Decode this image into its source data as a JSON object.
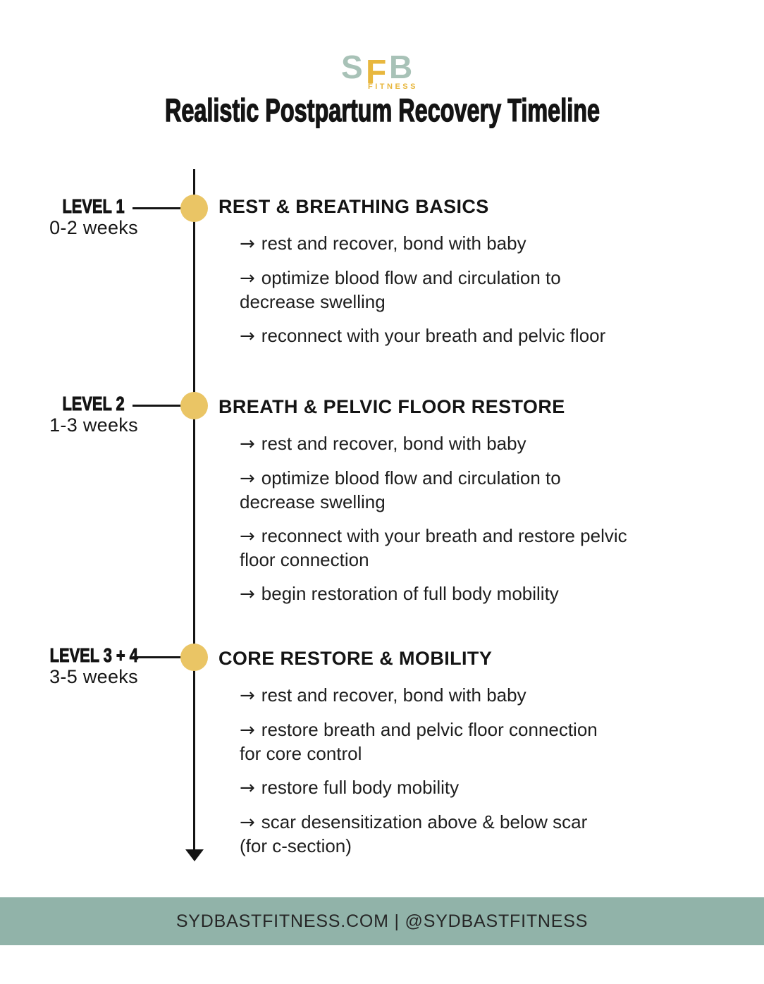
{
  "logo": {
    "letter_s": "S",
    "letter_f": "F",
    "letter_b": "B",
    "word": "FITNESS"
  },
  "title": "Realistic Postpartum Recovery Timeline",
  "timeline": {
    "bullet_prefix": "→",
    "levels": [
      {
        "label": "LEVEL 1",
        "weeks": "0-2 weeks",
        "heading": "REST & BREATHING BASICS",
        "bullets": [
          "rest and recover, bond with baby",
          "optimize blood flow and circulation to\ndecrease swelling",
          "reconnect with your breath and pelvic floor"
        ]
      },
      {
        "label": "LEVEL 2",
        "weeks": "1-3 weeks",
        "heading": "BREATH & PELVIC FLOOR RESTORE",
        "bullets": [
          "rest and recover, bond with baby",
          "optimize blood flow and circulation to\ndecrease swelling",
          "reconnect with your breath and restore pelvic\nfloor connection",
          "begin restoration of full body mobility"
        ]
      },
      {
        "label": "LEVEL 3 + 4",
        "weeks": "3-5 weeks",
        "heading": "CORE RESTORE & MOBILITY",
        "bullets": [
          "rest and recover, bond with baby",
          "restore breath and pelvic floor connection\nfor core control",
          "restore full body mobility",
          "scar desensitization above & below scar\n(for c-section)"
        ]
      }
    ]
  },
  "footer": {
    "text": "SYDBASTFITNESS.COM | @SYDBASTFITNESS"
  },
  "colors": {
    "accent_gold": "#EAC565",
    "sage_green": "#91B3A9",
    "logo_green": "#A8C2B7",
    "logo_gold": "#E8B73E",
    "ink": "#141414"
  }
}
